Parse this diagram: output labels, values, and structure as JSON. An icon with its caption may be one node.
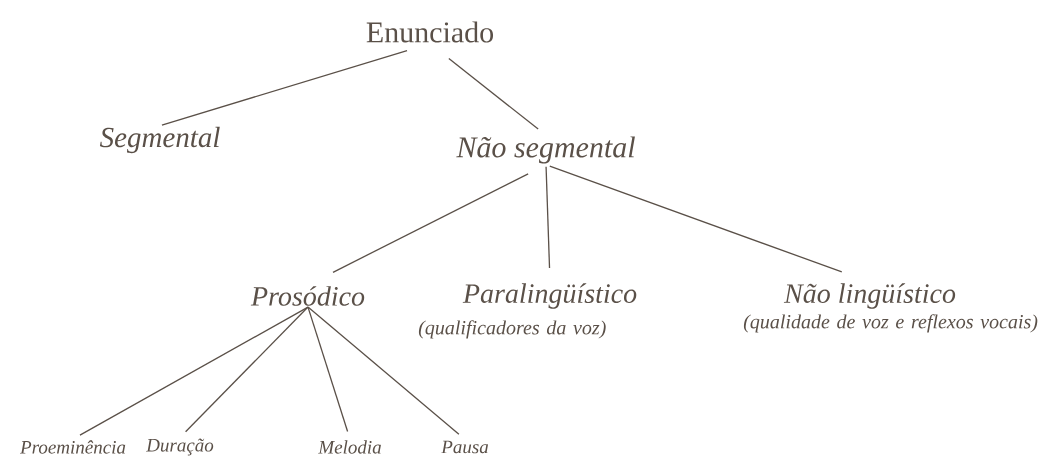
{
  "diagram": {
    "nodes": [
      {
        "text": [
          "Enunciado"
        ]
      },
      {
        "text": [
          "Segmental"
        ]
      },
      {
        "text": [
          "Não segmental"
        ]
      },
      {
        "text": [
          "Prosódico"
        ]
      },
      {
        "text": [
          "Paralingüístico"
        ],
        "beside": [
          "(qualificadores da voz)"
        ]
      },
      {
        "text": [
          "Não lingüístico"
        ],
        "beside": [
          "(qualidade de voz e reflexos vocais)"
        ]
      },
      {
        "text": [
          "Proeminência"
        ]
      },
      {
        "text": [
          "Duração"
        ]
      },
      {
        "text": [
          "Melodia"
        ]
      },
      {
        "text": [
          "Pausa"
        ]
      }
    ],
    "edges": [
      {
        "from": 0,
        "to": 1,
        "arrow": "none"
      },
      {
        "from": 0,
        "to": 2,
        "arrow": "none"
      },
      {
        "from": 2,
        "to": 3,
        "arrow": "none"
      },
      {
        "from": 2,
        "to": 4,
        "arrow": "none"
      },
      {
        "from": 2,
        "to": 5,
        "arrow": "none"
      },
      {
        "from": 3,
        "to": 6,
        "arrow": "none"
      },
      {
        "from": 3,
        "to": 7,
        "arrow": "none"
      },
      {
        "from": 3,
        "to": 8,
        "arrow": "none"
      },
      {
        "from": 3,
        "to": 9,
        "arrow": "none"
      }
    ]
  }
}
